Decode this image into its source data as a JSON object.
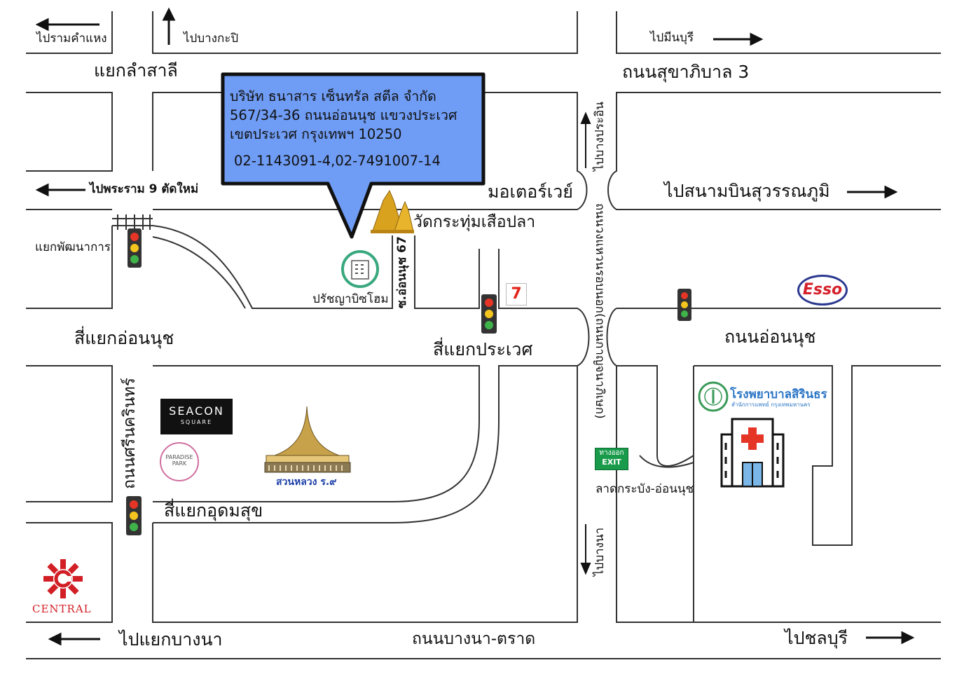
{
  "company": {
    "name": "บริษัท ธนาสาร เซ็นทรัล สตีล จำกัด",
    "address_line1": "567/34-36 ถนนอ่อนนุช แขวงประเวศ",
    "address_line2": "เขตประเวศ กรุงเทพฯ 10250",
    "phone": "02-1143091-4,02-7491007-14"
  },
  "directions": {
    "to_ramkhamhaeng": "ไปรามคำแหง",
    "to_bangkapi": "ไปบางกะปิ",
    "to_minburi": "ไปมีนบุรี",
    "to_rama9_new": "ไปพระราม 9 ตัดใหม่",
    "to_bang_prakin": "ไปบางประอิน",
    "to_suvarnabhumi": "ไปสนามบินสุวรรณภูมิ",
    "to_bangna_junction": "ไปแยกบางนา",
    "to_chonburi": "ไปชลบุรี",
    "to_bangna": "ไปบางนา"
  },
  "roads": {
    "sukhapiban3": "ถนนสุขาภิบาล 3",
    "motorway": "มอเตอร์เวย์",
    "on_nut": "ถนนอ่อนนุช",
    "soi_on_nut_67": "ซ.อ่อนนุช 67",
    "srinakarin": "ถนนศรีนครินทร์",
    "ring_road": "ถนนวงแหวนรอบนอก(ถนนกาญจนาภิเษก)",
    "bangna_trad": "ถนนบางนา-ตราด",
    "lat_krabang_on_nut": "ลาดกระบัง-อ่อนนุช"
  },
  "junctions": {
    "lam_sali": "แยกลำสาลี",
    "phatthanakan": "แยกพัฒนาการ",
    "on_nut_4way": "สี่แยกอ่อนนุช",
    "prawet_4way": "สี่แยกประเวศ",
    "udomsuk_4way": "สี่แยกอุดมสุข"
  },
  "landmarks": {
    "wat": "วัดกระทุ่มเสือปลา",
    "pratchaya": "ปรัชญาบิซโฮม",
    "esso": "Esso",
    "seven_eleven": "7",
    "seacon_1": "SEACON",
    "seacon_2": "SQUARE",
    "paradise": "PARADISE PARK",
    "suan_luang": "สวนหลวง ร.๙",
    "central": "CENTRAL",
    "hospital": "โรงพยาบาลสิรินธร",
    "hospital_sub": "สำนักการแพทย์ กรุงเทพมหานคร",
    "exit_th": "ทางออก",
    "exit_en": "EXIT"
  },
  "colors": {
    "bubble_fill": "#6f9cf4",
    "bubble_border": "#111111",
    "road_line": "#333333",
    "light_red": "#e53526",
    "light_yellow": "#f3c51e",
    "light_green": "#3fb24a"
  },
  "icons": [
    "traffic-light-icon",
    "temple-icon",
    "building-icon",
    "hospital-icon",
    "central-logo-icon",
    "arrow-icon"
  ]
}
